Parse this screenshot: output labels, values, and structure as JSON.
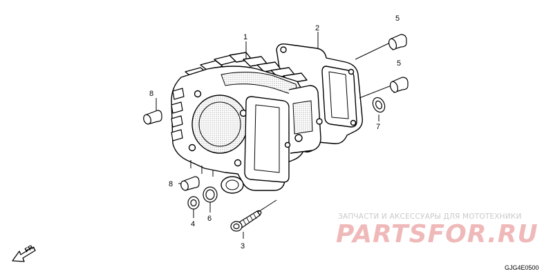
{
  "callouts": [
    {
      "id": "1",
      "label": "1"
    },
    {
      "id": "2",
      "label": "2"
    },
    {
      "id": "3",
      "label": "3"
    },
    {
      "id": "4",
      "label": "4"
    },
    {
      "id": "5a",
      "label": "5"
    },
    {
      "id": "5b",
      "label": "5"
    },
    {
      "id": "6",
      "label": "6"
    },
    {
      "id": "7",
      "label": "7"
    },
    {
      "id": "8a",
      "label": "8"
    },
    {
      "id": "8b",
      "label": "8"
    }
  ],
  "direction_label": "FR.",
  "diagram_code": "GJG4E0500",
  "watermark": {
    "slogan": "ЗАПЧАСТИ И АКСЕССУАРЫ ДЛЯ МОТОТЕХНИКИ",
    "brand": "PARTSFOR.RU",
    "color": "#e8a3a3"
  }
}
